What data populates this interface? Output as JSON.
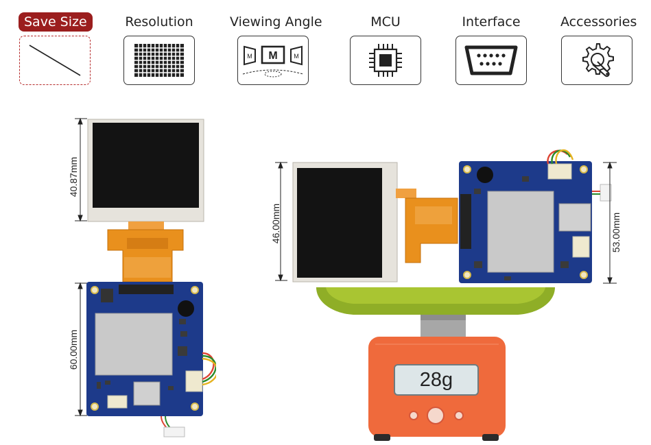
{
  "tabs": [
    {
      "label": "Save Size",
      "icon": "diagonal-size-icon",
      "active": true
    },
    {
      "label": "Resolution",
      "icon": "pixel-grid-icon",
      "active": false
    },
    {
      "label": "Viewing Angle",
      "icon": "viewing-angle-icon",
      "active": false
    },
    {
      "label": "MCU",
      "icon": "chip-icon",
      "active": false
    },
    {
      "label": "Interface",
      "icon": "serial-port-icon",
      "active": false
    },
    {
      "label": "Accessories",
      "icon": "gear-wrench-icon",
      "active": false
    }
  ],
  "viewing_angle_glyph": "M",
  "dimensions": {
    "left_display_height": "40.87mm",
    "left_board_height": "60.00mm",
    "right_display_height": "46.00mm",
    "right_board_height": "53.00mm"
  },
  "scale": {
    "weight": "28g"
  },
  "colors": {
    "accent": "#9b1e1e",
    "pcb": "#1d3a8a",
    "fpc": "#e9901d",
    "bezel": "#e6e3dc",
    "scale_body": "#ef6a3c",
    "scale_tray": "#8fae27"
  }
}
